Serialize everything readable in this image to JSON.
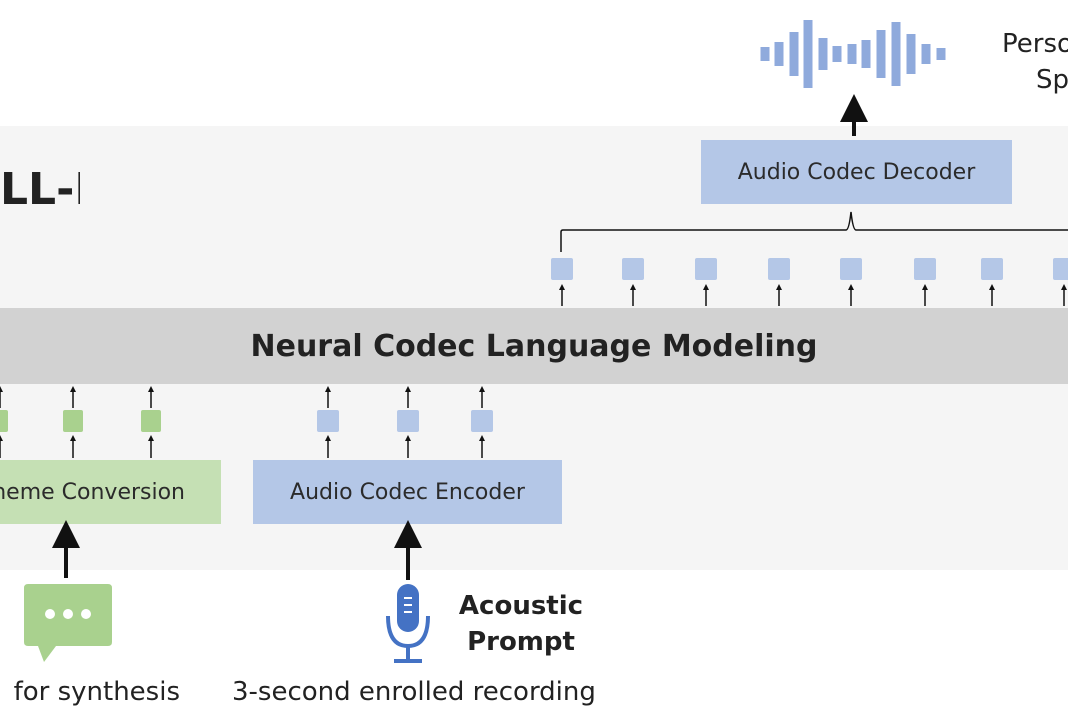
{
  "title": "LL-E",
  "band_label": "Neural Codec Language Modeling",
  "phoneme_box": "neme Conversion",
  "encoder_box": "Audio Codec Encoder",
  "decoder_box": "Audio Codec Decoder",
  "acoustic_prompt": {
    "line1": "Acoustic",
    "line2": "Prompt"
  },
  "text_caption": "for synthesis",
  "recording_caption": "3-second enrolled recording",
  "output_label": {
    "line1": "Perso",
    "line2": "Sp"
  },
  "colors": {
    "blue": "#b4c7e7",
    "green": "#c5e0b4",
    "band": "#d2d2d2",
    "icon_blue": "#4472c4",
    "icon_green": "#a9d18e",
    "wave": "#8faadc"
  },
  "icons": [
    "speech-bubble-icon",
    "microphone-icon",
    "waveform-icon"
  ]
}
